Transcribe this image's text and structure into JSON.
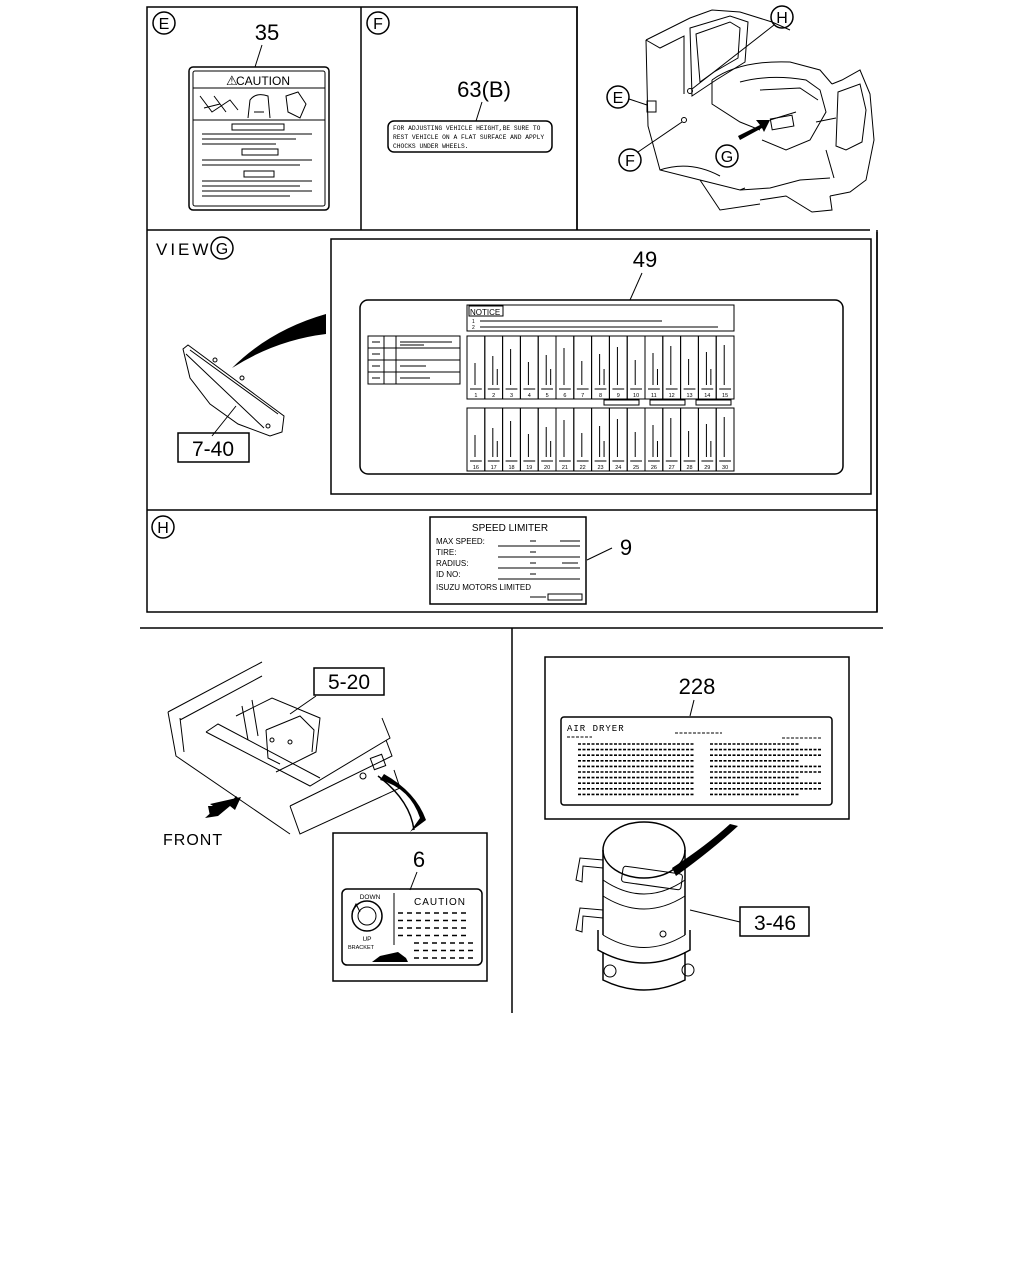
{
  "callouts": {
    "e_circle": "E",
    "f_circle": "F",
    "e_cab": "E",
    "f_cab": "F",
    "g_cab": "G",
    "h_cab": "H",
    "view_g_letter": "G",
    "h_panel": "H"
  },
  "parts": {
    "p35": "35",
    "p63": "63(B)",
    "p49": "49",
    "p7_40": "7-40",
    "p9": "9",
    "p5_20": "5-20",
    "p6": "6",
    "p228": "228",
    "p3_46": "3-46"
  },
  "view_label": "VIEW",
  "caution_label": {
    "title": "CAUTION",
    "warning_glyph": "⚠"
  },
  "label_63": {
    "line1": "FOR ADJUSTING VEHICLE HEIGHT,BE SURE TO",
    "line2": "REST VEHICLE ON A FLAT SURFACE AND APPLY",
    "line3": "CHOCKS UNDER WHEELS."
  },
  "notice_label": {
    "title": "NOTICE",
    "top_row_numbers": [
      "1",
      "2",
      "3",
      "4",
      "5",
      "6",
      "7",
      "8",
      "9",
      "10",
      "11",
      "12",
      "13",
      "14",
      "15"
    ],
    "bottom_row_numbers": [
      "16",
      "17",
      "18",
      "19",
      "20",
      "21",
      "22",
      "23",
      "24",
      "25",
      "26",
      "27",
      "28",
      "29",
      "30"
    ]
  },
  "speed_limiter": {
    "title": "SPEED LIMITER",
    "rows": [
      "MAX SPEED:",
      "TIRE:",
      "RADIUS:",
      "ID NO:"
    ],
    "maker": "ISUZU MOTORS LIMITED"
  },
  "front_label": "FRONT",
  "caution_6": {
    "title": "CAUTION",
    "down": "DOWN",
    "up": "UP",
    "bracket": "BRACKET"
  },
  "air_dryer": {
    "title": "AIR DRYER"
  }
}
